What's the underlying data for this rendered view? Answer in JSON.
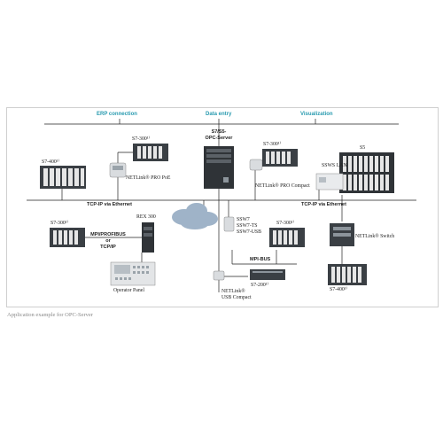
{
  "diagram": {
    "networks": {
      "erp": "ERP connection",
      "data_entry": "Data entry",
      "visualization": "Visualization"
    },
    "server": {
      "line1": "S7/S5-",
      "line2": "OPC-Server"
    },
    "devices": {
      "s7_300_top": "S7-300¹⁾",
      "s7_400_left": "S7-400¹⁾",
      "netlink_pro_poe": "NETLink® PRO PoE",
      "s7_300_right": "S7-300¹⁾",
      "netlink_pro_compact": "NETLink® PRO Compact",
      "s5": "S5",
      "ssws_lan": "SSWS LAN",
      "tcpip_left": "TCP-IP via Ethernet",
      "tcpip_right": "TCP-IP via Ethernet",
      "s7_300_lower_left": "S7-300¹⁾",
      "mpi_profibus_1": "MPI/PROFIBUS",
      "mpi_profibus_2": "or",
      "mpi_profibus_3": "TCP/IP",
      "rex300": "REX 300",
      "operator_panel": "Operator Panel",
      "ssw7_1": "SSW7",
      "ssw7_2": "SSW7-TS",
      "ssw7_3": "SSW7-USB",
      "s7_300_mid": "S7-300¹⁾",
      "mpi_bus": "MPI-BUS",
      "s7_200": "S7-200¹⁾",
      "netlink_usb_1": "NETLink®",
      "netlink_usb_2": "USB Compact",
      "netlink_switch": "NETLink® Switch",
      "s7_400_right": "S7-400¹⁾"
    },
    "caption": "Application example for OPC-Server"
  },
  "colors": {
    "network_label": "#2a9bb0",
    "line": "#222222",
    "plc_body": "#3a3f44",
    "plc_module": "#e6e6e6",
    "cloud": "#9fb3c8"
  },
  "icons": [
    "plc-rack-icon",
    "server-tower-icon",
    "cloud-icon",
    "operator-panel-icon",
    "netlink-adapter-icon",
    "switch-icon"
  ]
}
